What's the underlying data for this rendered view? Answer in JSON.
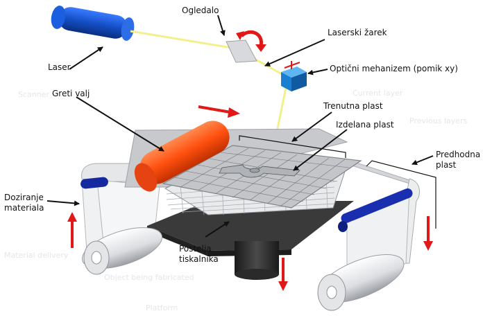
{
  "labels": {
    "ogledalo": "Ogledalo",
    "laserski_zarek": "Laserski žarek",
    "laser": "Laser",
    "opticni": "Optični mehanizem (pomik xy)",
    "greti_valj": "Greti valj",
    "trenutna_plast": "Trenutna plast",
    "izdelana_plast": "Izdelana plast",
    "predhodna_plast_1": "Predhodna",
    "predhodna_plast_2": "plast",
    "doziranje_1": "Doziranje",
    "doziranje_2": "materiala",
    "postelja_1": "Postelja",
    "postelja_2": "tiskalnika"
  },
  "ghost_text": {
    "g1": "Scanner",
    "g2": "Current layer",
    "g3": "Previous layers",
    "g4": "Material delivery",
    "g5": "Object being fabricated",
    "g6": "Platform"
  },
  "colors": {
    "laser_body": "#1450c8",
    "beam": "#f2f08a",
    "roller": "#ff5010",
    "arrow": "#e01818",
    "prism": "#1a7fd0",
    "sheet": "#c9cbcf",
    "bed": "#3a3a3a"
  }
}
